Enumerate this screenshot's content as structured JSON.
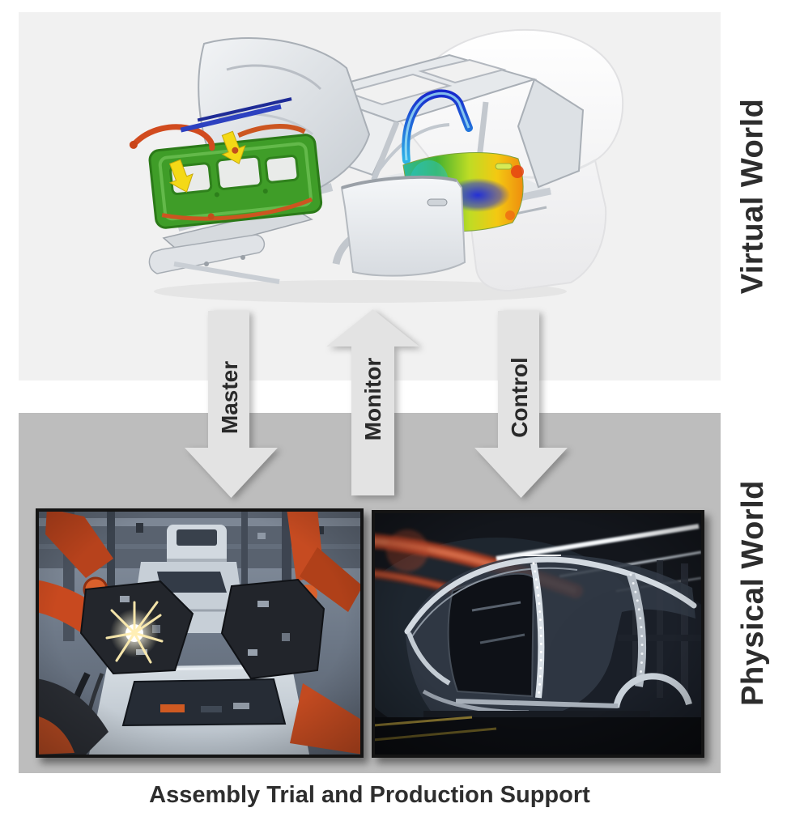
{
  "sections": {
    "virtual": {
      "label": "Virtual World"
    },
    "physical": {
      "label": "Physical World"
    }
  },
  "arrows": [
    {
      "label": "Master",
      "direction": "down"
    },
    {
      "label": "Monitor",
      "direction": "up"
    },
    {
      "label": "Control",
      "direction": "down"
    }
  ],
  "caption": {
    "text": "Assembly Trial and Production Support"
  },
  "illustrations": {
    "virtual_model": "cad-car-body-in-white-with-green-hood-inner-panel-and-fea-colormap-doors",
    "photo_left": "welding-robots-spot-welding-car-bodies-on-assembly-line",
    "photo_right": "car-body-in-white-side-frame-in-dark-factory"
  },
  "colors": {
    "page_bg": "#ffffff",
    "virtual_panel_bg": "#f1f1f1",
    "physical_panel_bg": "#bdbdbd",
    "arrow_fill": "#e3e3e3",
    "label_text": "#2d2d2d",
    "fea_rainbow": [
      "#1729cc",
      "#2bb9a0",
      "#46b12e",
      "#f3c912",
      "#ef8d0e",
      "#e54312"
    ]
  }
}
